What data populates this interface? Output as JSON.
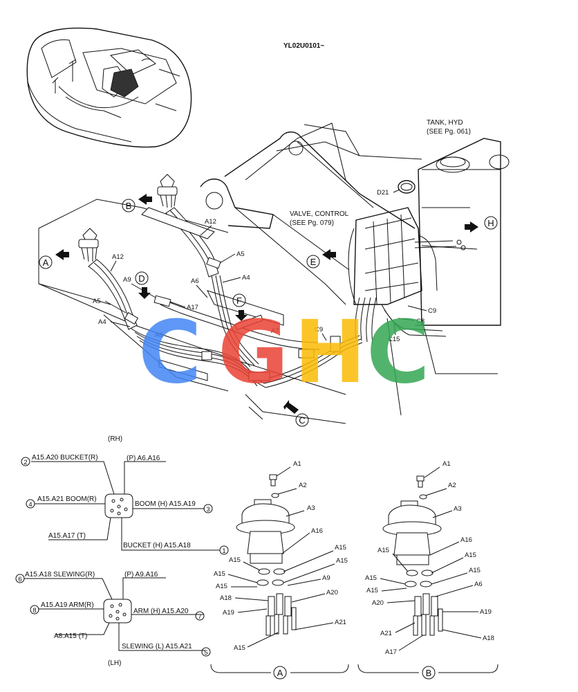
{
  "header": {
    "serial": "YL02U0101~"
  },
  "main_view": {
    "tank_label_1": "TANK, HYD",
    "tank_label_2": "(SEE Pg. 061)",
    "valve_label_1": "VALVE, CONTROL",
    "valve_label_2": "(SEE Pg. 079)",
    "callouts": [
      "A",
      "B",
      "C",
      "D",
      "E",
      "F",
      "H"
    ],
    "parts": {
      "a12_top": "A12",
      "a12_left": "A12",
      "a5_right": "A5",
      "a5_left": "A5",
      "a4_right": "A4",
      "a4_left": "A4",
      "a6": "A6",
      "a9": "A9",
      "a17": "A17",
      "a8": "A8",
      "a7": "A7",
      "c9_mid": "C9",
      "c9_right": "C9",
      "c8": "C8",
      "c15": "C15",
      "d21": "D21"
    }
  },
  "watermark": {
    "letters": [
      "C",
      "G",
      "H",
      "C"
    ],
    "colors": [
      "#4285F4",
      "#EA4335",
      "#FBBC05",
      "#34A853"
    ]
  },
  "rh_pattern": {
    "title": "(RH)",
    "ports": [
      {
        "num": "2",
        "text": "A15.A20 BUCKET(R)"
      },
      {
        "num": "",
        "text": "(P) A6.A16"
      },
      {
        "num": "4",
        "text": "A15.A21 BOOM(R)"
      },
      {
        "num": "3",
        "text": "BOOM (H) A15.A19"
      },
      {
        "num": "",
        "text": "A15.A17 (T)"
      },
      {
        "num": "1",
        "text": "BUCKET (H) A15.A18"
      }
    ]
  },
  "lh_pattern": {
    "title": "(LH)",
    "ports": [
      {
        "num": "6",
        "text": "A15.A18 SLEWING(R)"
      },
      {
        "num": "",
        "text": "(P) A9.A16"
      },
      {
        "num": "8",
        "text": "A15.A19 ARM(R)"
      },
      {
        "num": "7",
        "text": "ARM (H) A15.A20"
      },
      {
        "num": "",
        "text": "A8.A15 (T)"
      },
      {
        "num": "5",
        "text": "SLEWING (L) A15.A21"
      }
    ]
  },
  "detail_a": {
    "label": "A",
    "parts": {
      "a1": "A1",
      "a2": "A2",
      "a3": "A3",
      "a16": "A16",
      "a15_1": "A15",
      "a15_2": "A15",
      "a15_3": "A15",
      "a15_4": "A15",
      "a15_5": "A15",
      "a9": "A9",
      "a18": "A18",
      "a20": "A20",
      "a19": "A19",
      "a21": "A21",
      "a15_6": "A15"
    }
  },
  "detail_b": {
    "label": "B",
    "parts": {
      "a1": "A1",
      "a2": "A2",
      "a3": "A3",
      "a16": "A16",
      "a15_1": "A15",
      "a15_2": "A15",
      "a15_3": "A15",
      "a15_4": "A15",
      "a15_5": "A15",
      "a6": "A6",
      "a20": "A20",
      "a19": "A19",
      "a21": "A21",
      "a18": "A18",
      "a17": "A17"
    }
  }
}
